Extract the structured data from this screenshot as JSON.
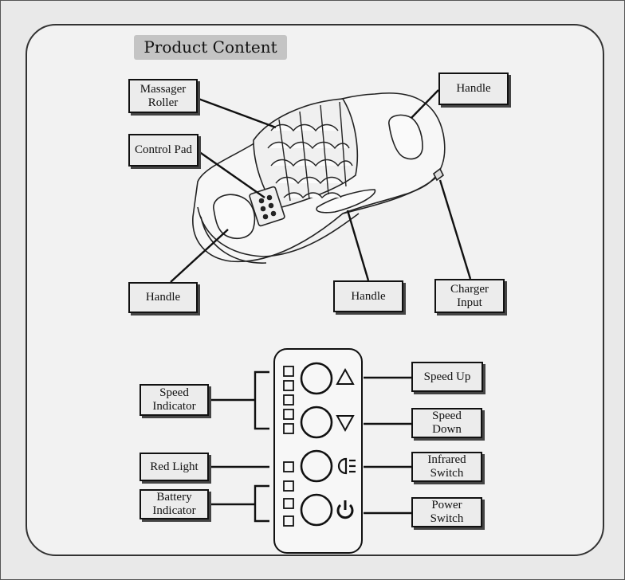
{
  "title": "Product Content",
  "top_labels": {
    "massager_roller": [
      "Massager",
      "Roller"
    ],
    "control_pad": [
      "Control Pad"
    ],
    "handle_top_right": [
      "Handle"
    ],
    "handle_left": [
      "Handle"
    ],
    "handle_bottom": [
      "Handle"
    ],
    "charger_input": [
      "Charger",
      "Input"
    ]
  },
  "panel_labels": {
    "speed_indicator": [
      "Speed",
      "Indicator"
    ],
    "red_light": [
      "Red Light"
    ],
    "battery_indicator": [
      "Battery",
      "Indicator"
    ],
    "speed_up": [
      "Speed Up"
    ],
    "speed_down": [
      "Speed",
      "Down"
    ],
    "infrared_switch": [
      "Infrared",
      "Switch"
    ],
    "power_switch": [
      "Power",
      "Switch"
    ]
  },
  "icons": [
    "triangle-up-icon",
    "triangle-down-icon",
    "infrared-lamp-icon",
    "power-icon"
  ]
}
